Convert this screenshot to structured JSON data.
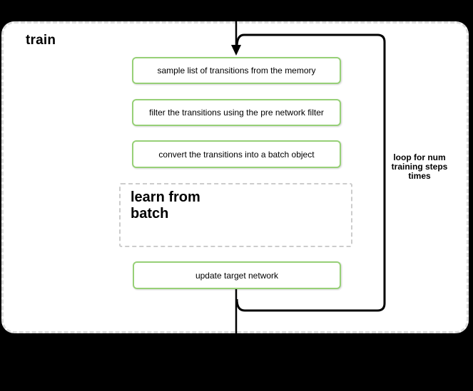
{
  "diagram": {
    "title": "train",
    "steps": [
      "sample list of transitions from the memory",
      "filter the transitions using the pre network filter",
      "convert the transitions into a batch object"
    ],
    "subprocess": {
      "lines": [
        "learn from",
        "batch"
      ]
    },
    "final_step": "update target network",
    "loop_annotation": {
      "lines": [
        "loop for num",
        "training steps",
        "times"
      ]
    },
    "colors": {
      "background": "#000000",
      "node_fill": "#ffffff",
      "step_border": "#97d077",
      "container_border": "#dcdcdc",
      "subprocess_border": "#cccccc",
      "flow_stroke": "#000000"
    }
  }
}
